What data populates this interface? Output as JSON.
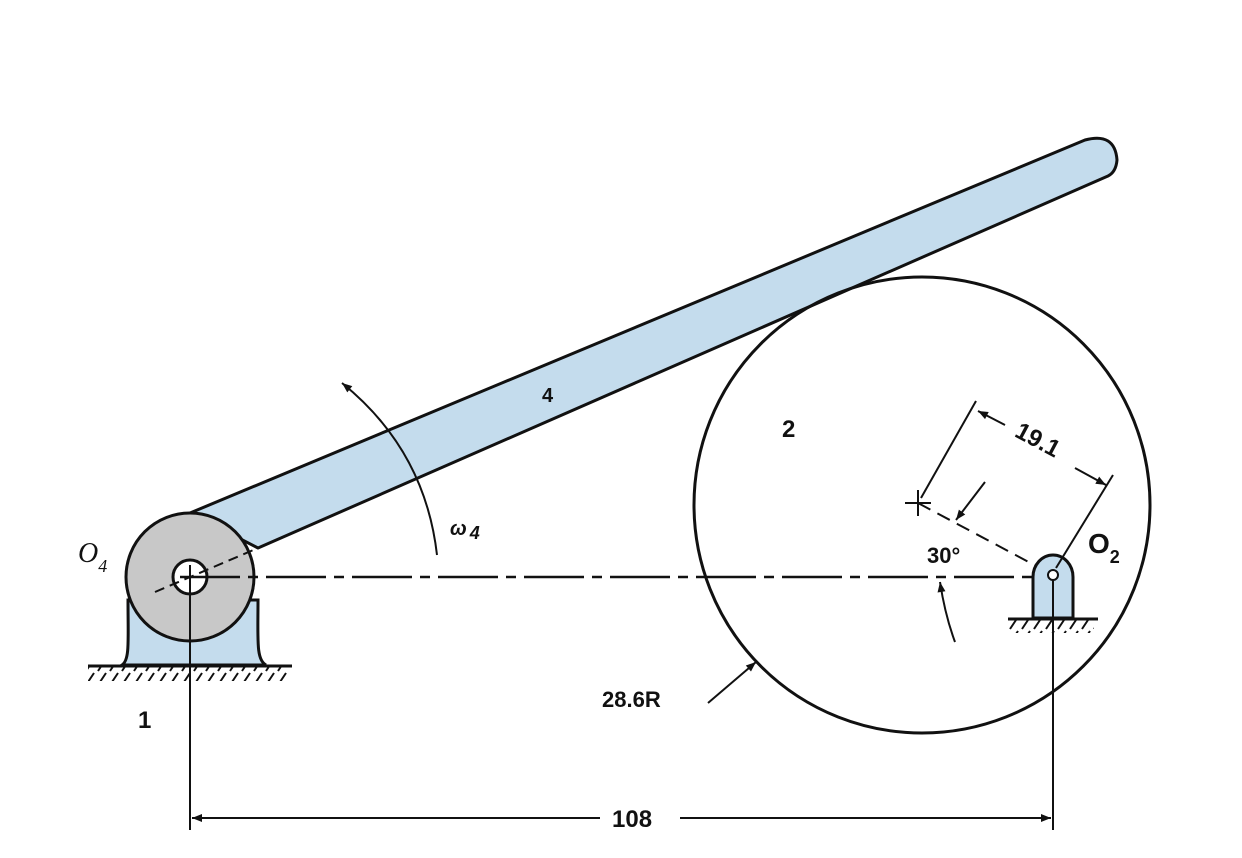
{
  "labels": {
    "link4": "4",
    "cam2": "2",
    "frame1": "1",
    "omega": "ω",
    "omega_sub": "4",
    "o4": "O",
    "o4_sub": "4",
    "o2": "O",
    "o2_sub": "2",
    "offset_dim": "19.1",
    "angle": "30°",
    "radius": "28.6R",
    "distance": "108"
  },
  "colors": {
    "link_fill": "#c4dced",
    "hub_fill": "#c8c8c8",
    "stroke": "#111111"
  }
}
